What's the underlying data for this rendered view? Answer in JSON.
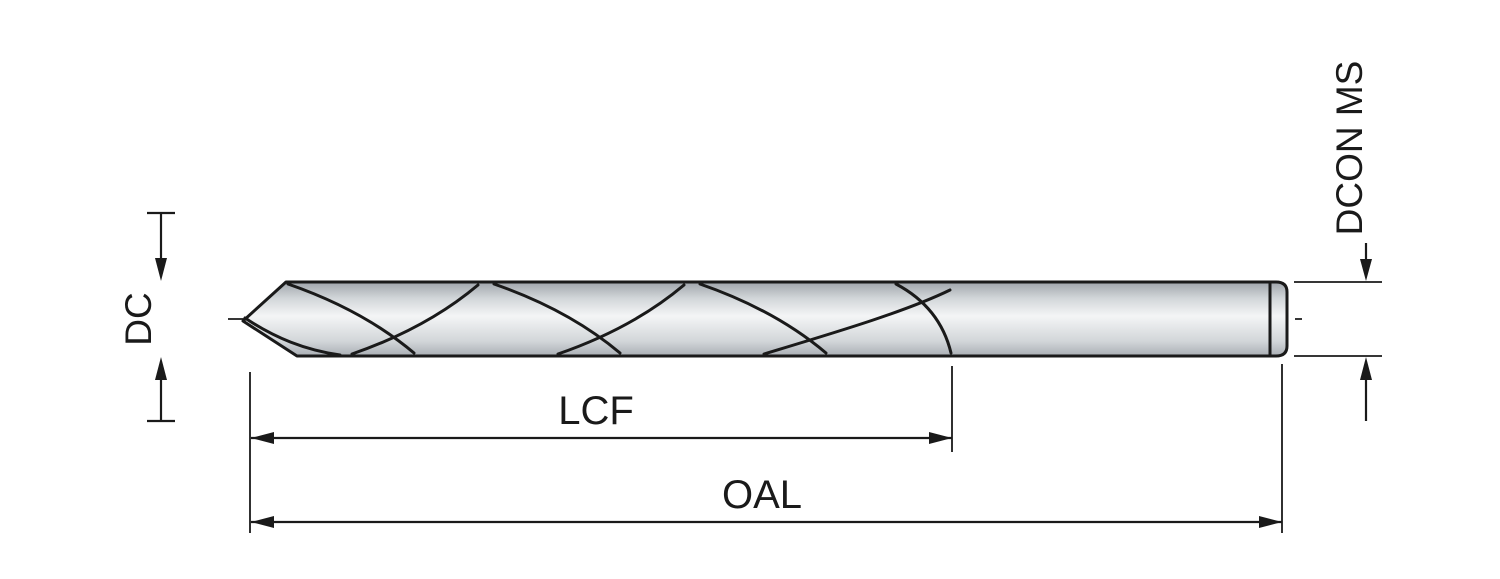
{
  "diagram": {
    "labels": {
      "dc": "DC",
      "dcon": "DCON MS",
      "lcf": "LCF",
      "oal": "OAL"
    },
    "colors": {
      "background": "#ffffff",
      "line": "#1a1a1a",
      "metal_dark": "#9fa5ab",
      "metal_mid": "#d2d6d9",
      "metal_light": "#f4f5f6",
      "metal_shadow": "#a9aeb4"
    }
  }
}
